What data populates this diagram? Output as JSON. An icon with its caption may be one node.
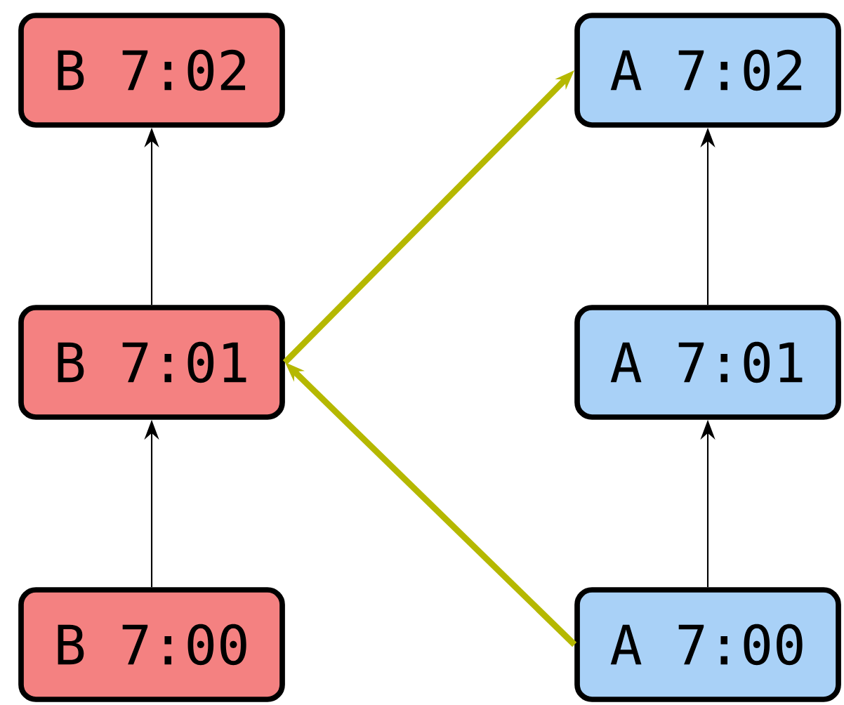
{
  "diagram": {
    "nodes": [
      {
        "text": [
          "B 7:02"
        ]
      },
      {
        "text": [
          "A 7:02"
        ]
      },
      {
        "text": [
          "B 7:01"
        ]
      },
      {
        "text": [
          "A 7:01"
        ]
      },
      {
        "text": [
          "B 7:00"
        ]
      },
      {
        "text": [
          "A 7:00"
        ]
      }
    ],
    "edges": [
      {
        "from": 4,
        "to": 2,
        "arrow": "to"
      },
      {
        "from": 2,
        "to": 0,
        "arrow": "to"
      },
      {
        "from": 5,
        "to": 3,
        "arrow": "to"
      },
      {
        "from": 3,
        "to": 1,
        "arrow": "to"
      },
      {
        "from": 2,
        "to": 1,
        "arrow": "to",
        "style": "thick",
        "color": "#b5b800"
      },
      {
        "from": 5,
        "to": 2,
        "arrow": "to",
        "style": "thick",
        "color": "#b5b800"
      }
    ]
  }
}
